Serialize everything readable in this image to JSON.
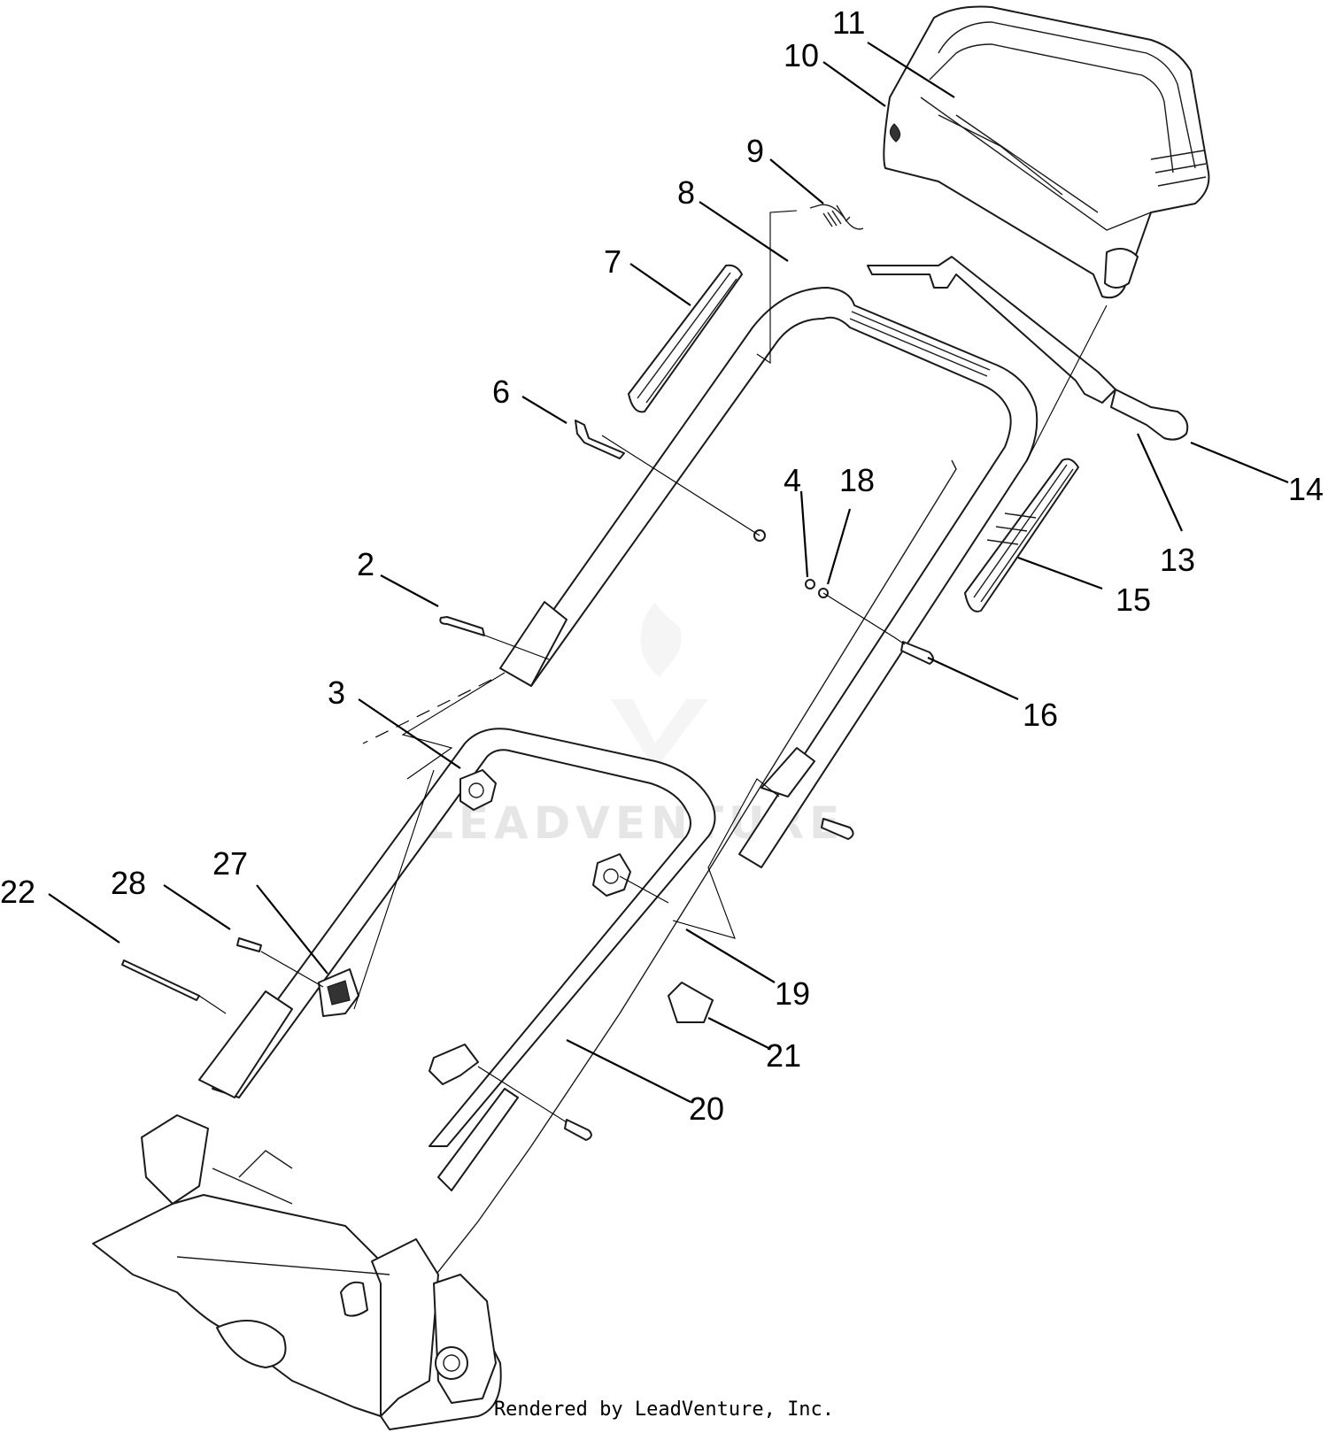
{
  "watermark": {
    "text": "LEADVENTURE"
  },
  "footer": {
    "text": "Rendered by LeadVenture, Inc."
  },
  "callouts": [
    "2",
    "3",
    "4",
    "6",
    "7",
    "8",
    "9",
    "10",
    "11",
    "13",
    "14",
    "15",
    "16",
    "18",
    "19",
    "20",
    "21",
    "22",
    "27",
    "28"
  ]
}
